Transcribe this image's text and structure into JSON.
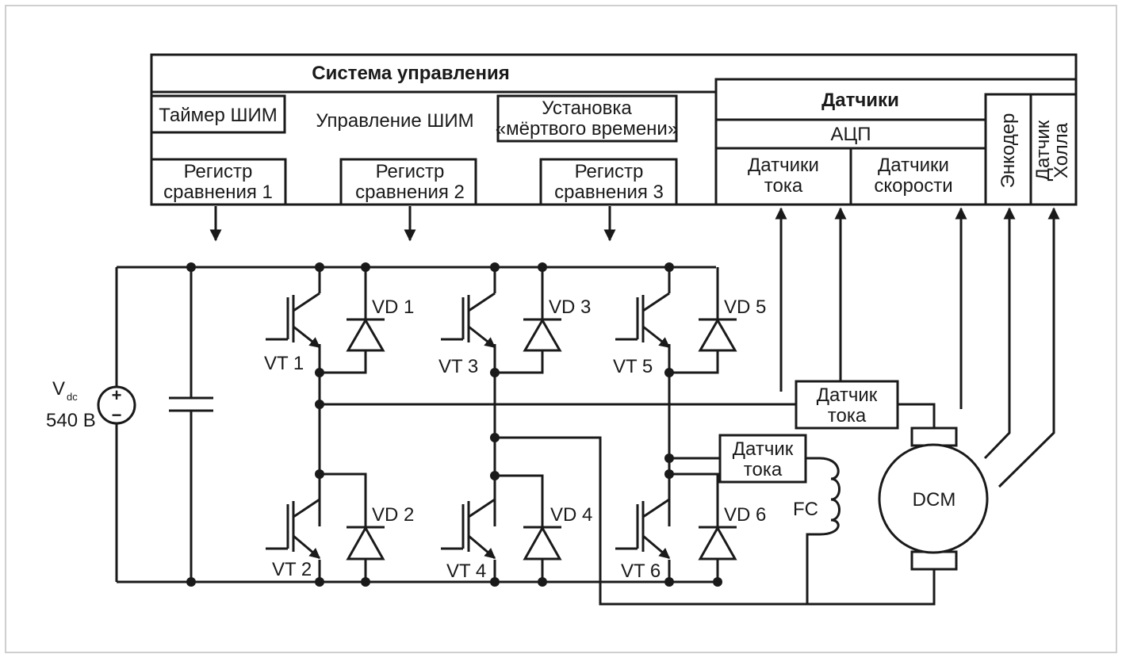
{
  "control_system": {
    "title": "Система управления",
    "pwm_timer": "Таймер ШИМ",
    "pwm_control": "Управление ШИМ",
    "dead_time_line1": "Установка",
    "dead_time_line2": "«мёртвого времени»",
    "registers": [
      {
        "line1": "Регистр",
        "line2": "сравнения 1"
      },
      {
        "line1": "Регистр",
        "line2": "сравнения 2"
      },
      {
        "line1": "Регистр",
        "line2": "сравнения 3"
      }
    ]
  },
  "sensors": {
    "title": "Датчики",
    "adc": "АЦП",
    "current_line1": "Датчики",
    "current_line2": "тока",
    "speed_line1": "Датчики",
    "speed_line2": "скорости",
    "encoder": "Энкодер",
    "hall_line1": "Датчик",
    "hall_line2": "Холла"
  },
  "source": {
    "label": "V",
    "subscript": "dc",
    "voltage": "540 В",
    "plus": "+",
    "minus": "−"
  },
  "transistors": [
    "VT 1",
    "VT 2",
    "VT 3",
    "VT 4",
    "VT 5",
    "VT 6"
  ],
  "diodes": [
    "VD 1",
    "VD 2",
    "VD 3",
    "VD 4",
    "VD 5",
    "VD 6"
  ],
  "current_sensor_1": {
    "line1": "Датчик",
    "line2": "тока"
  },
  "current_sensor_2": {
    "line1": "Датчик",
    "line2": "тока"
  },
  "field_coil": "FC",
  "motor": "DCM",
  "colors": {
    "line": "#1a1a1a",
    "frame": "#cfcfcf",
    "background": "#ffffff"
  }
}
